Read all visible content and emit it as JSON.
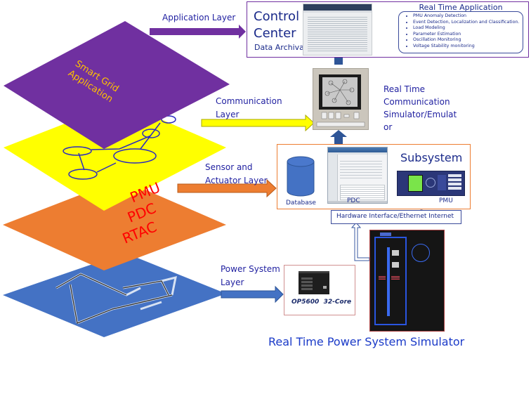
{
  "layers": [
    {
      "id": "application",
      "plane_text": [
        "Smart Grid",
        "Application"
      ],
      "plane_color": "#7030a0",
      "text_color": "#ffc000",
      "arrow_label": "Application Layer",
      "arrow_color": "#7030a0"
    },
    {
      "id": "communication",
      "plane_text": [],
      "plane_color": "#ffff00",
      "arrow_label_lines": [
        "Communication",
        "Layer"
      ],
      "arrow_color": "#ffff00"
    },
    {
      "id": "sensor",
      "plane_text": [
        "PMU",
        "PDC",
        "RTAC"
      ],
      "plane_color": "#ed7d31",
      "text_color": "#ff0000",
      "arrow_label_lines": [
        "Sensor and",
        "Actuator Layer"
      ],
      "arrow_color": "#ed7d31"
    },
    {
      "id": "power",
      "plane_text": [],
      "plane_color": "#4472c4",
      "arrow_label_lines": [
        "Power System",
        "Layer"
      ],
      "arrow_color": "#4472c4"
    }
  ],
  "control_center": {
    "title_lines": [
      "Control",
      "Center"
    ],
    "subtitle": "Data Archival",
    "border_color": "#7030a0"
  },
  "real_time_application": {
    "title": "Real Time Application",
    "items": [
      "PMU Anomaly Detection",
      "Event Detection, Localization and Classification.",
      "Load Modeling",
      "Parameter Estimation",
      "Oscillation Monitoring",
      "Voltage Stability monitoring"
    ]
  },
  "communication_simulator": {
    "label_lines": [
      "Real Time",
      "Communication",
      "Simulator/Emulat",
      "or"
    ]
  },
  "subsystem": {
    "title": "Subsystem",
    "database_label": "Database",
    "pdc_label": "PDC",
    "pmu_label": "PMU",
    "border_color": "#ed7d31"
  },
  "hardware_interface": {
    "label": "Hardware Interface/Ethernet Internet"
  },
  "op5600": {
    "label": "OP5600  32-Core"
  },
  "footer": {
    "title": "Real Time Power System Simulator"
  },
  "colors": {
    "arrow_blue": "#2e5597",
    "text_blue": "#1a2a8a"
  }
}
